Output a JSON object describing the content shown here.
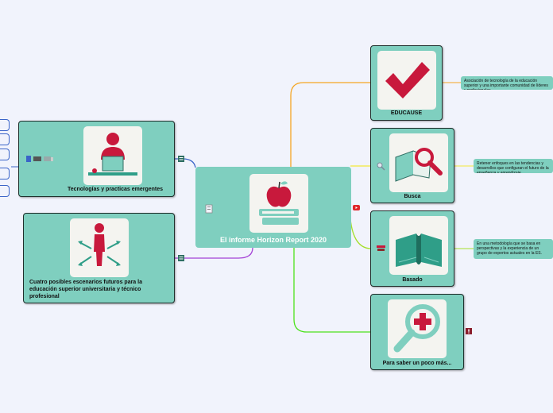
{
  "root": {
    "title": "El informe Horizon Report 2020"
  },
  "right_nodes": [
    {
      "label": "EDUCAUSE",
      "leaf": "Asociación de tecnología de la educación superior y una importante comunidad de líderes y profesionales"
    },
    {
      "label": "Busca",
      "leaf": "Retener enfoques en las tendencias y desarrollos que configuran el futuro de la enseñanza y aprendizaje"
    },
    {
      "label": "Basado",
      "leaf": "En una metodología que se basa en perspectivas y la experiencia de un grupo de expertos actuales en la ES."
    },
    {
      "label": "Para saber un poco más..."
    }
  ],
  "left_nodes": [
    {
      "label": "Tecnologías y practicas emergentes"
    },
    {
      "label": "Cuatro posibles escenarios futuros para la educación superior universitaria y técnico profesional"
    }
  ],
  "colors": {
    "node_fill": "#7fcfbf",
    "accent_red": "#c8193c",
    "line_orange": "#f5a623",
    "line_yellow": "#f3e73a",
    "line_lime": "#a5df2b",
    "line_green": "#4ce21c",
    "line_blue": "#3a64c8",
    "line_purple": "#a441d6"
  },
  "icons": [
    "apple-books-icon",
    "checkmark-icon",
    "book-magnifier-icon",
    "open-book-icon",
    "magnifier-plus-icon",
    "teacher-computer-icon",
    "person-arrows-icon"
  ]
}
